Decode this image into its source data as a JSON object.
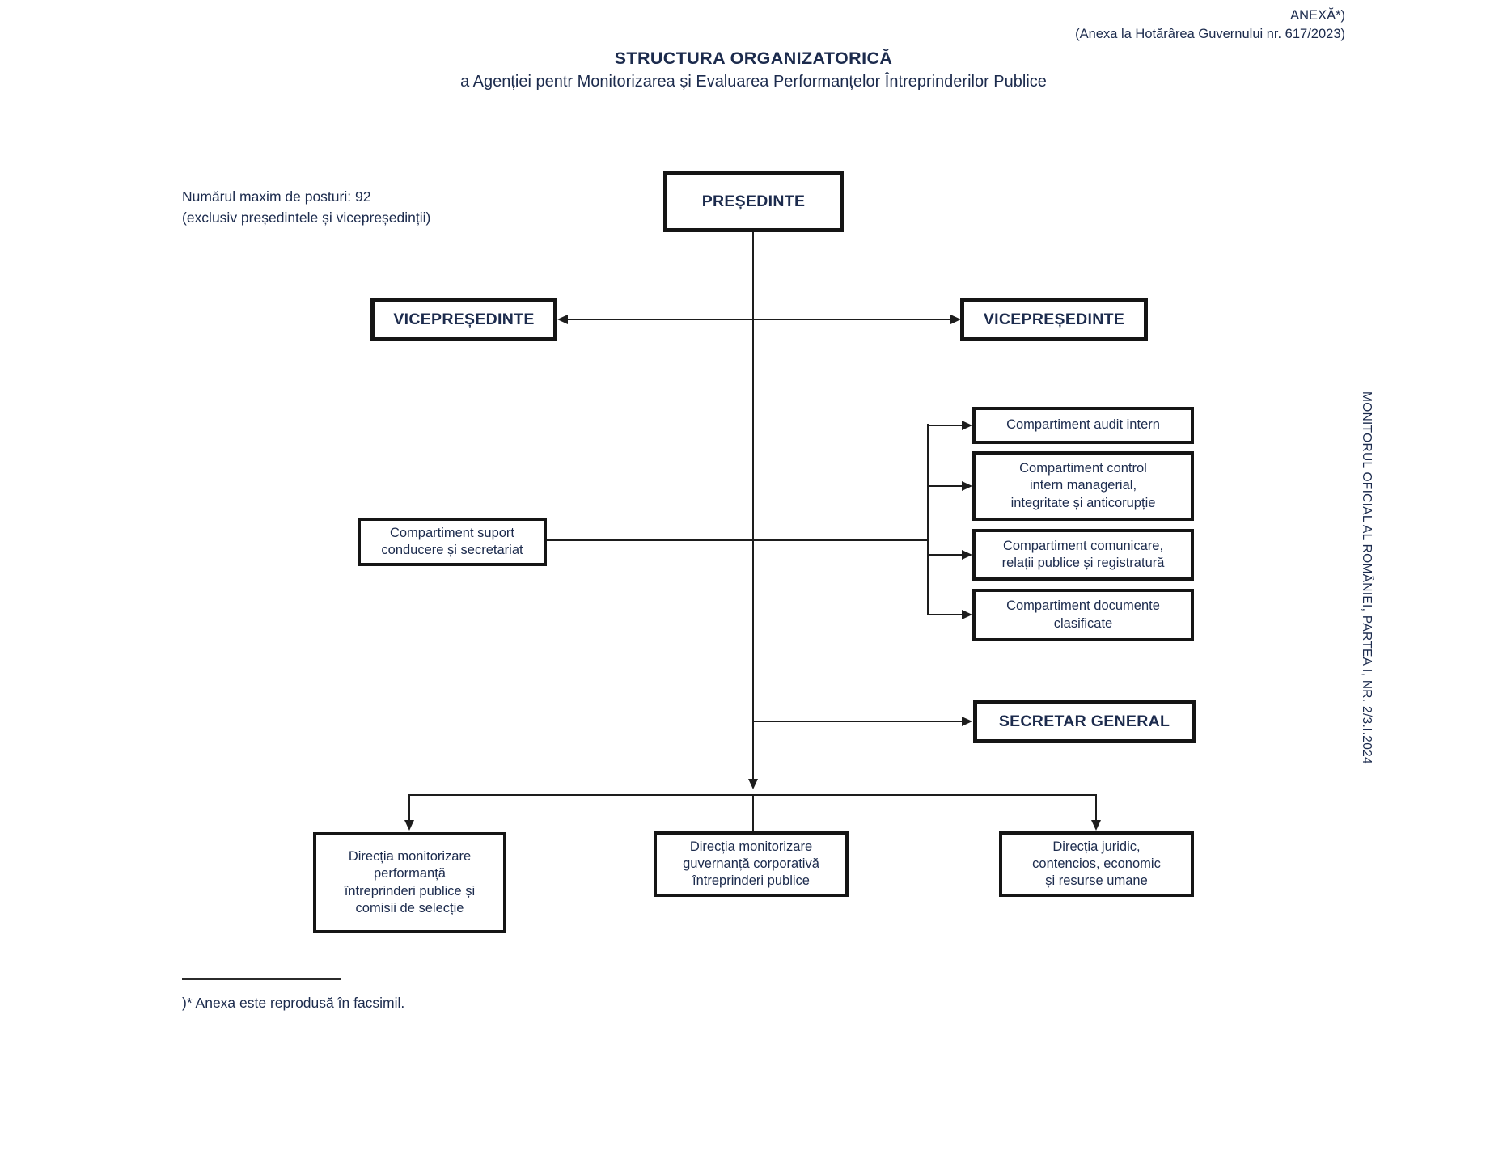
{
  "header": {
    "annex": "ANEXĂ*)",
    "annex_ref": "(Anexa la Hotărârea Guvernului nr. 617/2023)",
    "title": "STRUCTURA ORGANIZATORICĂ",
    "subtitle": "a Agenției pentr Monitorizarea și Evaluarea Performanțelor Întreprinderilor Publice"
  },
  "notes": {
    "max_posts": "Numărul maxim de posturi: 92\n(exclusiv președintele și vicepreședinții)",
    "journal": "MONITORUL OFICIAL AL ROMÂNIEI, PARTEA I, NR. 2/3.I.2024",
    "footnote": ")* Anexa este reprodusă în facsimil."
  },
  "org": {
    "president": "PREȘEDINTE",
    "vicepresident_left": "VICEPREȘEDINTE",
    "vicepresident_right": "VICEPREȘEDINTE",
    "support_unit": "Compartiment suport\nconducere și secretariat",
    "secretary_general": "SECRETAR GENERAL",
    "compartments": [
      "Compartiment audit intern",
      "Compartiment control\nintern managerial,\nintegritate și anticorupție",
      "Compartiment comunicare,\nrelații publice și registratură",
      "Compartiment documente\nclasificate"
    ],
    "directorates": [
      "Direcția monitorizare\nperformanță\nîntreprinderi publice și\ncomisii de selecție",
      "Direcția monitorizare\nguvernanță corporativă\nîntreprinderi publice",
      "Direcția juridic,\ncontencios, economic\nși resurse umane"
    ]
  },
  "colors": {
    "ink": "#1c2b4d",
    "line": "#1d1d1d"
  }
}
